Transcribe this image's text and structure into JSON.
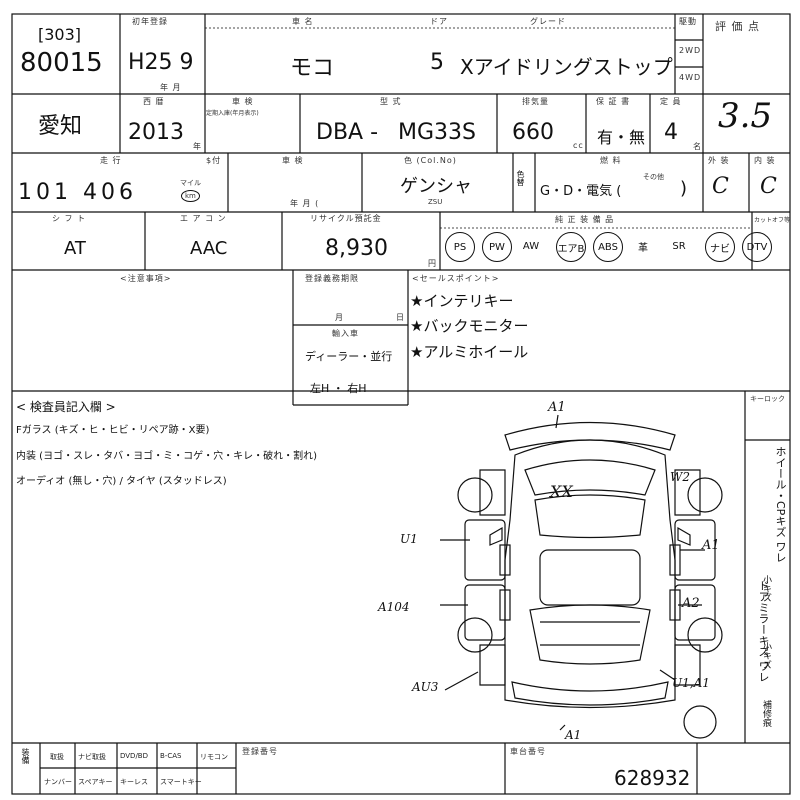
{
  "lot": {
    "auction_code": "[303]",
    "lot_number": "80015"
  },
  "registration": {
    "label": "初年登録",
    "value": "H25 9",
    "unit": "年 月"
  },
  "model_header": {
    "car_name_label": "車 名",
    "doors_label": "ドア",
    "grade_label": "グレード"
  },
  "car": {
    "name": "モコ",
    "doors": "5",
    "grade": "Xアイドリングストップ"
  },
  "drive": {
    "label": "駆動",
    "options": [
      "2WD",
      "4WD"
    ]
  },
  "score": {
    "label": "評 価 点",
    "value": "3.5"
  },
  "region": {
    "value": "愛知"
  },
  "year": {
    "label": "西 暦",
    "value": "2013",
    "unit": "年"
  },
  "inspection": {
    "label": "車 検",
    "sub": "定期入庫(年月表示)"
  },
  "type": {
    "label": "型 式",
    "prefix": "DBA -",
    "model": "MG33S"
  },
  "displacement": {
    "label": "排気量",
    "value": "660",
    "unit": "cc"
  },
  "warranty": {
    "label": "保 証 書",
    "value": "有・無"
  },
  "capacity": {
    "label": "定 員",
    "value": "4",
    "unit": "名"
  },
  "mileage": {
    "label": "走 行",
    "value": "101 406",
    "unit_top": "マイル",
    "unit_km": "km"
  },
  "meter": {
    "label": "$付"
  },
  "shaken": {
    "label": "車 検",
    "unit": "年 月 ("
  },
  "color": {
    "label": "色 (Col.No)",
    "value": "ゲンシャ",
    "code": "ZSU",
    "change_label": "色替"
  },
  "fuel": {
    "label": "燃 料",
    "options": "G・D・電気 (",
    "other": "その他"
  },
  "exterior": {
    "label": "外 装",
    "value": "C"
  },
  "interior": {
    "label": "内 装",
    "value": "C"
  },
  "shift": {
    "label": "シ フ ト",
    "value": "AT"
  },
  "aircon": {
    "label": "エ ア コ ン",
    "value": "AAC"
  },
  "recycle": {
    "label": "リサイクル預託金",
    "value": "8,930",
    "unit": "円"
  },
  "equipment": {
    "label": "純 正 装 備 品",
    "items": [
      {
        "label": "PS",
        "circled": true
      },
      {
        "label": "PW",
        "circled": true
      },
      {
        "label": "AW",
        "circled": false
      },
      {
        "label": "エアB",
        "circled": true
      },
      {
        "label": "ABS",
        "circled": true
      },
      {
        "label": "革",
        "circled": false
      },
      {
        "label": "SR",
        "circled": false
      },
      {
        "label": "ナビ",
        "circled": true
      },
      {
        "label": "DTV",
        "circled": true
      }
    ],
    "cutoff_label": "カットオフ等"
  },
  "notes": {
    "label": "<注意事項>"
  },
  "registration_expiry": {
    "label": "登録義務期限",
    "month": "月",
    "day": "日"
  },
  "import": {
    "label": "輸入車",
    "value": "ディーラー・並行",
    "steering": "左H ・ 右H"
  },
  "selling_points": {
    "label": "<セールスポイント>",
    "items": [
      "★インテリキー",
      "★バックモニター",
      "★アルミホイール"
    ]
  },
  "inspector": {
    "label": "< 検査員記入欄 >",
    "lines": [
      "Fガラス (キズ・ヒ・ヒビ・リペア跡・X要)",
      "内装 (ヨゴ・スレ・タバ・ヨゴ・ミ・コゲ・穴・キレ・破れ・割れ)",
      "オーディオ (無し・穴) / タイヤ (スタッドレス)"
    ]
  },
  "keyless": {
    "label": "キーロック"
  },
  "side_notes": [
    "ホイール・CPキズ ワレ",
    "ドアミラーキズ ワレ",
    "小キズ",
    "小キズ",
    "補修痕"
  ],
  "damage_marks": [
    "A1",
    "W2",
    "XX",
    "U1",
    "A1",
    "A104",
    "A2",
    "AU3",
    "U1,A1",
    "A1"
  ],
  "bottom": {
    "cells_row1": [
      "取扱",
      "ナビ取扱",
      "DVD/BD",
      "B-CAS",
      "リモコン"
    ],
    "cells_row2": [
      "ナンバー",
      "スペアキー",
      "キーレス",
      "スマートキー"
    ],
    "side_label": "装備",
    "reg_number_label": "登録番号",
    "chassis_label": "車台番号",
    "chassis_value": "628932"
  }
}
